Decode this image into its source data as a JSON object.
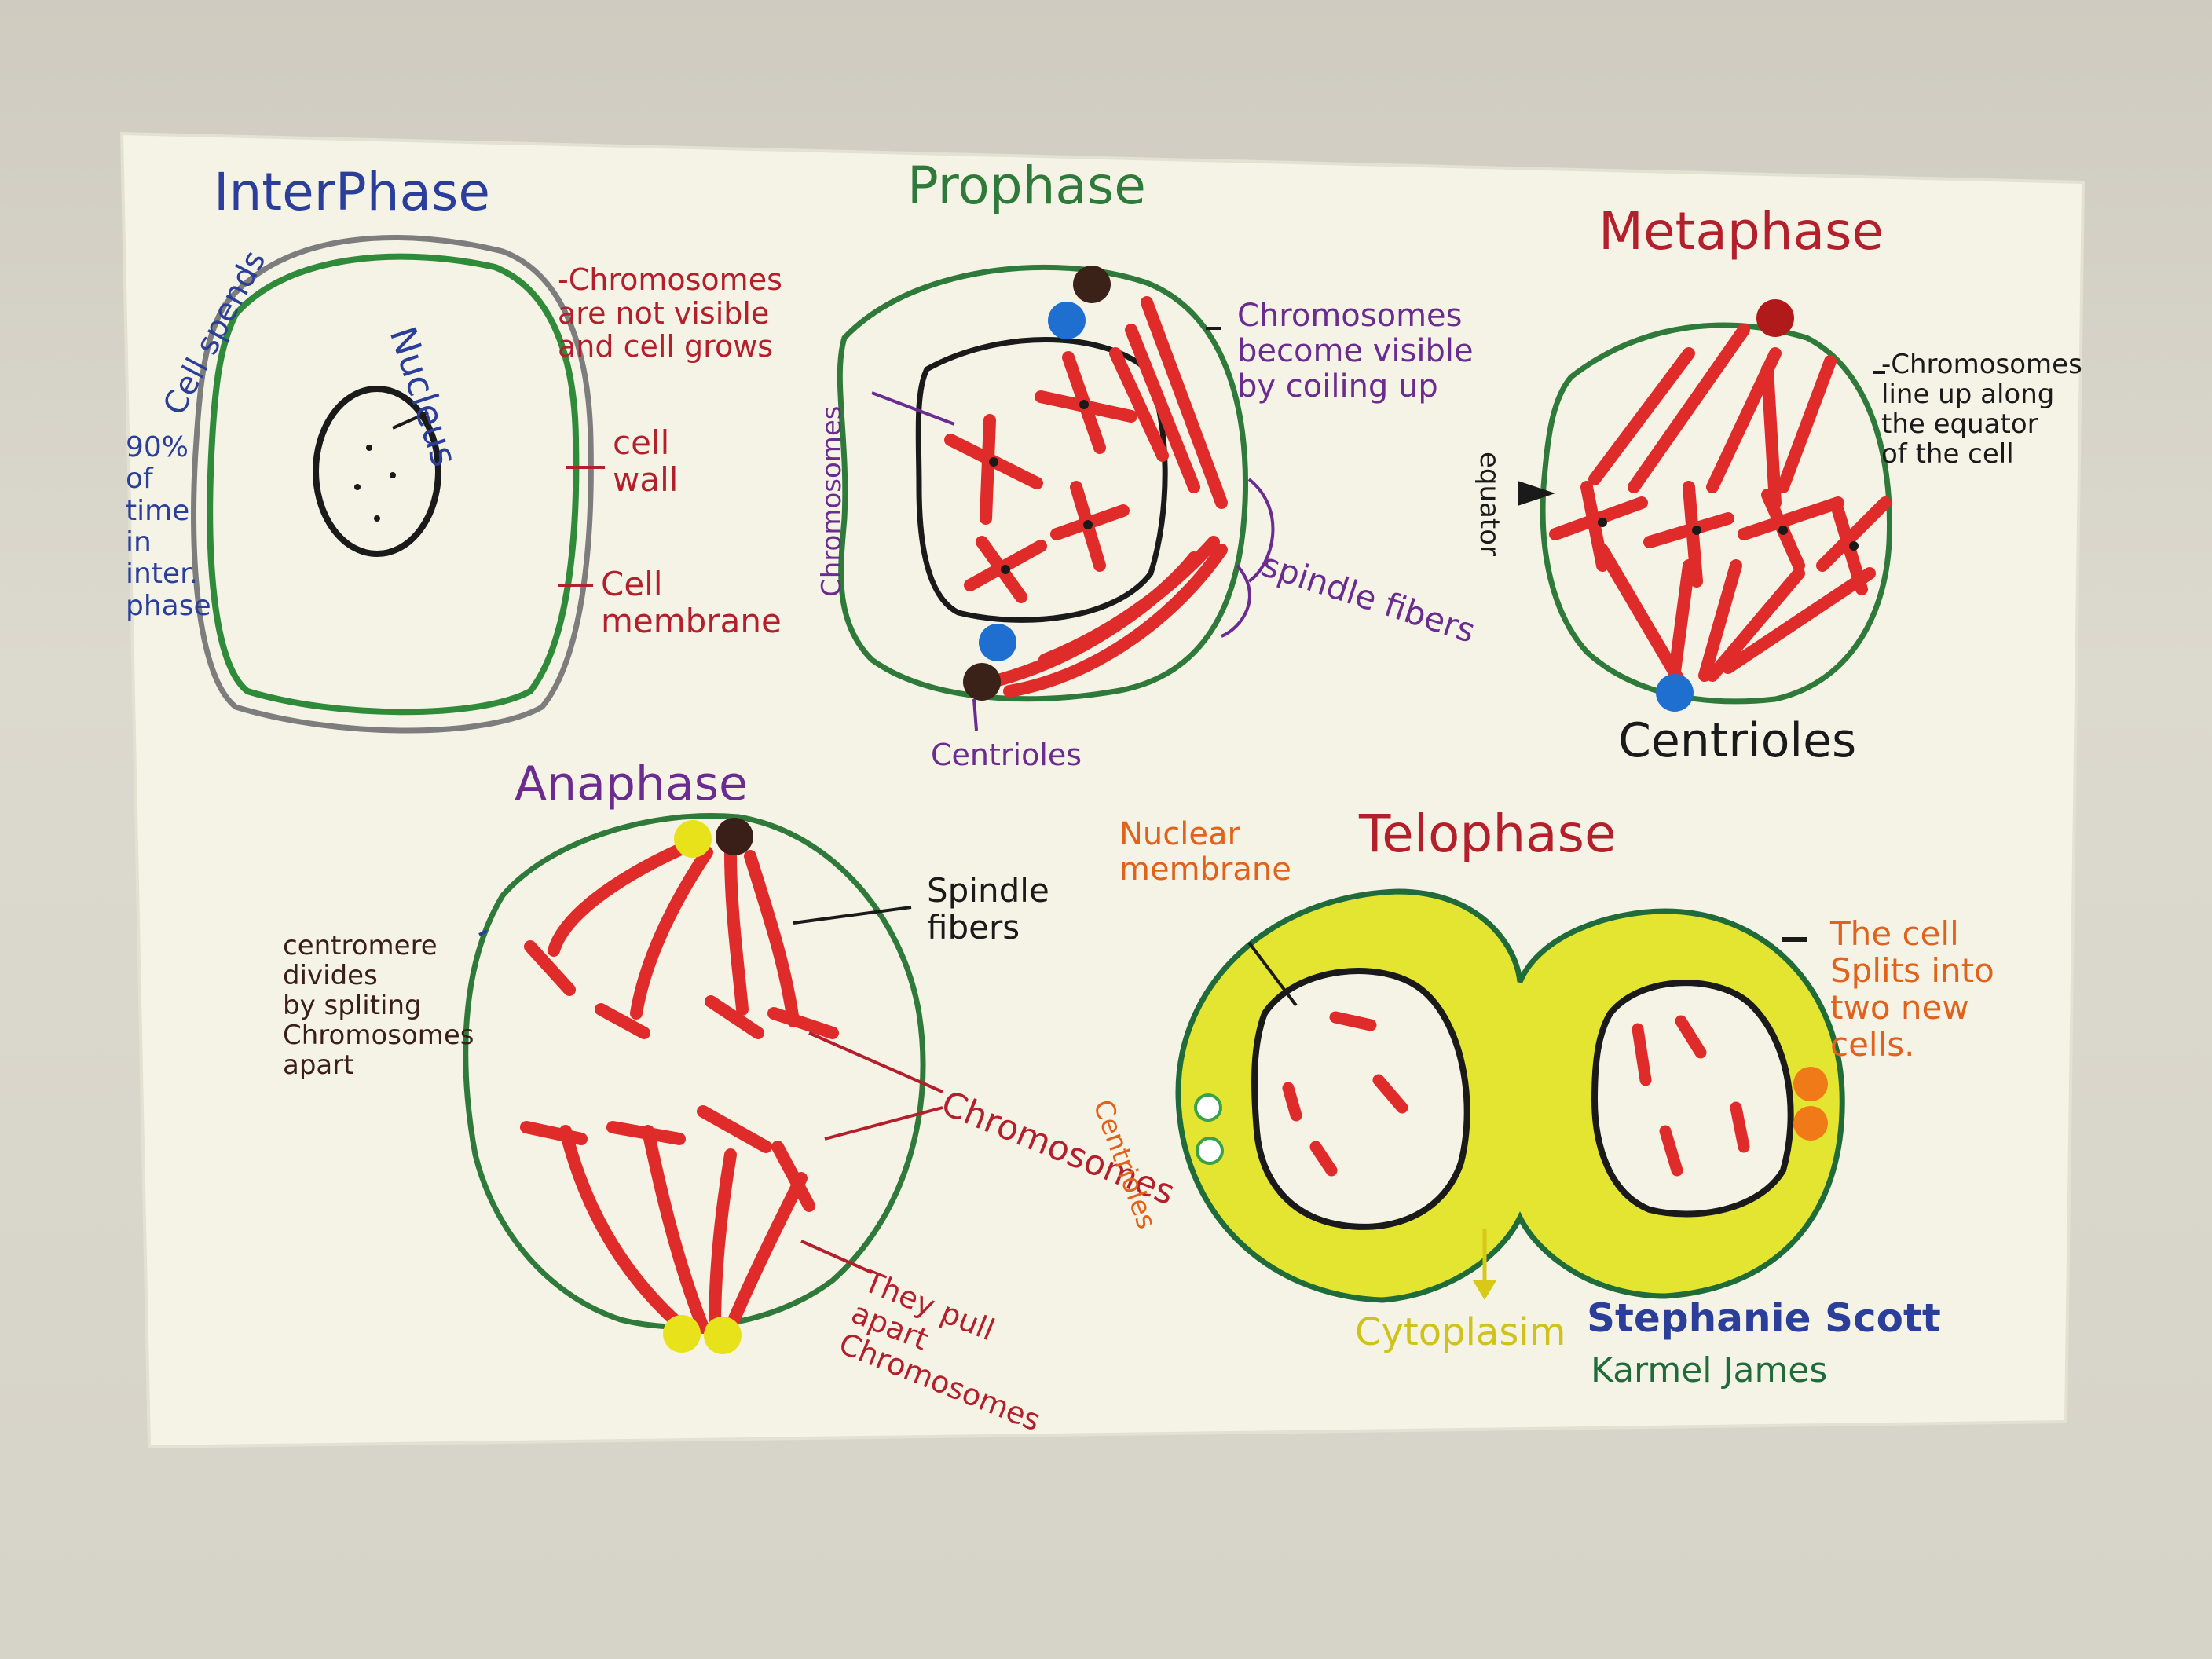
{
  "interphase": {
    "title": "InterPhase",
    "nucleus": "Nucleus",
    "note_chromosomes": "-Chromosomes\nare not visible\nand cell grows",
    "cell_wall": "cell\nwall",
    "cell_membrane": "Cell\nmembrane",
    "cell_spends": "Cell spends",
    "time_note": "90%\nof\ntime\nin\ninter.\nphase"
  },
  "prophase": {
    "title": "Prophase",
    "chromosomes_side": "Chromosomes",
    "note": "Chromosomes\nbecome visible\nby coiling up",
    "spindle": "spindle fibers",
    "centrioles": "Centrioles"
  },
  "metaphase": {
    "title": "Metaphase",
    "note": "-Chromosomes\nline up along\nthe equator\nof the cell",
    "equator": "equator",
    "centrioles": "Centrioles"
  },
  "anaphase": {
    "title": "Anaphase",
    "spindle": "Spindle\nfibers",
    "centromere": "centromere\ndivides\nby spliting\nChromosomes\napart",
    "chromosomes": "Chromosomes",
    "pull": "They pull\napart\nChromosomes"
  },
  "telophase": {
    "title": "Telophase",
    "nuclear_membrane": "Nuclear\nmembrane",
    "split": "The cell\nSplits into\ntwo new\ncells.",
    "centrioles": "Centrioles",
    "cytoplasm": "Cytoplasim"
  },
  "credits": {
    "author1": "Stephanie Scott",
    "author2": "Karmel James"
  }
}
